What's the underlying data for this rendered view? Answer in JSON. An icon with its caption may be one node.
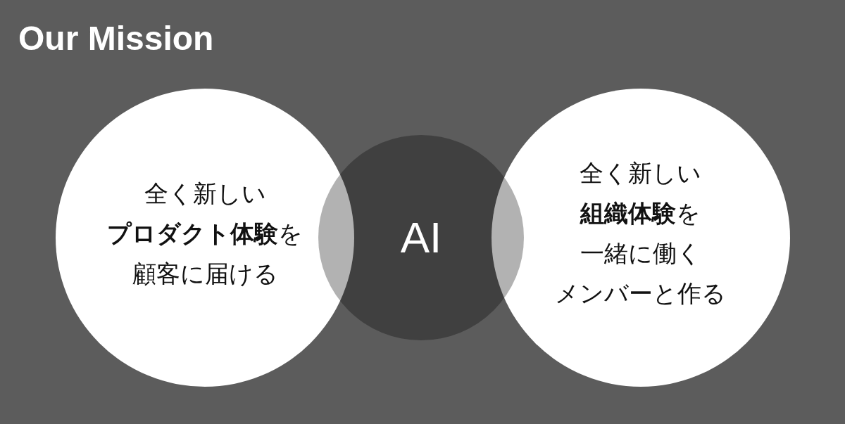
{
  "diagram": {
    "title": "Our Mission",
    "nodes": [
      {
        "text": [
          "全く新しい**プロダクト体験**を顧客に届ける"
        ]
      },
      {
        "text": [
          "AI"
        ]
      },
      {
        "text": [
          "全く新しい**組織体験**を一緒に働くメンバーと作る"
        ]
      }
    ]
  }
}
